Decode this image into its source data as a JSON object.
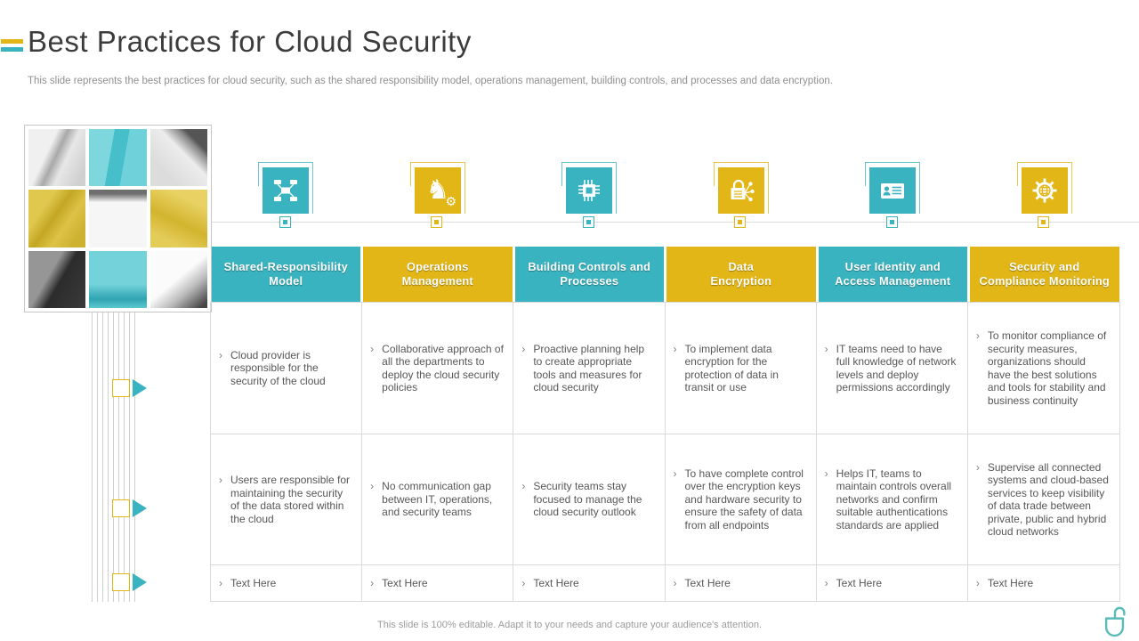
{
  "slide": {
    "title": "Best Practices for Cloud Security",
    "subtitle": "This slide represents the best practices for cloud security, such as the shared responsibility model, operations management, building controls, and processes and data encryption.",
    "footer": "This slide is 100% editable.  Adapt it to your needs and capture your audience's attention.",
    "bullet_char": "›"
  },
  "colors": {
    "teal": "#3ab3c0",
    "yellow": "#e2b616",
    "logo": "#5abcb6",
    "border": "#d9d9d9",
    "title_text": "#3c3c3c",
    "body_text": "#575757",
    "muted_text": "#8f8f8f"
  },
  "columns": [
    {
      "icon": "network-nodes-icon",
      "header": "Shared-Responsibility\nModel",
      "rows": [
        "Cloud provider is responsible for the security of the cloud",
        "Users are responsible for maintaining the security of the data stored within the cloud",
        "Text Here"
      ]
    },
    {
      "icon": "strategy-knight-gear-icon",
      "header": "Operations\nManagement",
      "rows": [
        "Collaborative approach of all the departments to deploy the cloud security policies",
        "No communication gap between IT, operations, and security teams",
        "Text Here"
      ]
    },
    {
      "icon": "cpu-chip-icon",
      "header": "Building Controls and\nProcesses",
      "rows": [
        "Proactive planning help to create appropriate tools and measures for cloud security",
        "Security teams stay focused to manage the cloud security outlook",
        "Text Here"
      ]
    },
    {
      "icon": "encryption-lock-icon",
      "header": "Data\nEncryption",
      "rows": [
        "To implement data encryption for the protection of data in transit or use",
        "To have complete control over the encryption keys and hardware security to ensure the safety of data from all endpoints",
        "Text Here"
      ]
    },
    {
      "icon": "id-card-icon",
      "header": "User Identity and\nAccess Management",
      "rows": [
        "IT teams need to have full knowledge of network levels and deploy permissions accordingly",
        "Helps IT, teams to maintain controls overall networks and confirm suitable authentications standards are applied",
        "Text Here"
      ]
    },
    {
      "icon": "globe-gear-icon",
      "header": "Security and\nCompliance Monitoring",
      "rows": [
        "To monitor compliance of security measures, organizations should have the best solutions and tools  for stability and business continuity",
        "Supervise all connected systems and cloud-based services to keep visibility of data trade between private,  public and hybrid cloud networks",
        "Text Here"
      ]
    }
  ]
}
